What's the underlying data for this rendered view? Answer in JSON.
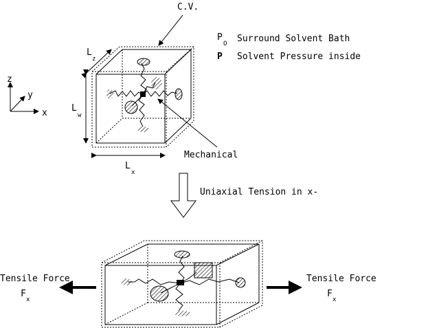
{
  "labels": {
    "cv": "C.V.",
    "p0_symbol": "P",
    "p0_sub": "O",
    "p0_text": "Surround Solvent Bath",
    "p_symbol": "P",
    "p_text": "Solvent Pressure inside",
    "axis_z": "z",
    "axis_y": "y",
    "axis_x": "x",
    "lz_main": "L",
    "lz_sub": "z",
    "lw_main": "L",
    "lw_sub": "w",
    "lx_main": "L",
    "lx_sub": "x",
    "mechanical": "Mechanical",
    "uniaxial": "Uniaxial Tension in x-",
    "tensile_left": "Tensile Force",
    "fx_left_main": "F",
    "fx_left_sub": "x",
    "tensile_right": "Tensile Force",
    "fx_right_main": "F",
    "fx_right_sub": "x"
  }
}
